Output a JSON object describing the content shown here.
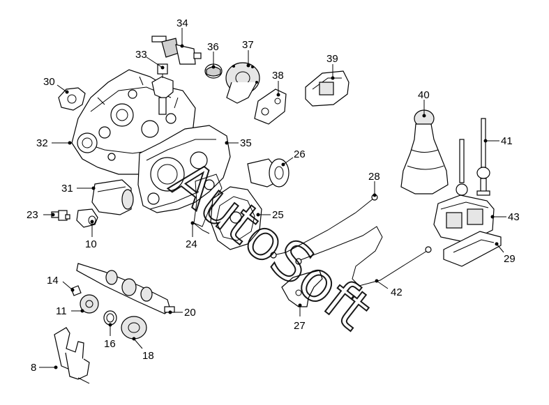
{
  "watermark": {
    "text": "AutoSoft"
  },
  "colors": {
    "line": "#000000",
    "background": "#ffffff",
    "shade": "#e6e6e6"
  },
  "callouts": [
    {
      "id": "c34",
      "label": "34"
    },
    {
      "id": "c33",
      "label": "33"
    },
    {
      "id": "c36",
      "label": "36"
    },
    {
      "id": "c37",
      "label": "37"
    },
    {
      "id": "c39",
      "label": "39"
    },
    {
      "id": "c30",
      "label": "30"
    },
    {
      "id": "c38",
      "label": "38"
    },
    {
      "id": "c40",
      "label": "40"
    },
    {
      "id": "c32",
      "label": "32"
    },
    {
      "id": "c35",
      "label": "35"
    },
    {
      "id": "c41",
      "label": "41"
    },
    {
      "id": "c26",
      "label": "26"
    },
    {
      "id": "c28",
      "label": "28"
    },
    {
      "id": "c31",
      "label": "31"
    },
    {
      "id": "c23",
      "label": "23"
    },
    {
      "id": "c25",
      "label": "25"
    },
    {
      "id": "c43",
      "label": "43"
    },
    {
      "id": "c10",
      "label": "10"
    },
    {
      "id": "c24",
      "label": "24"
    },
    {
      "id": "c29",
      "label": "29"
    },
    {
      "id": "c14",
      "label": "14"
    },
    {
      "id": "c42",
      "label": "42"
    },
    {
      "id": "c11",
      "label": "11"
    },
    {
      "id": "c20",
      "label": "20"
    },
    {
      "id": "c27",
      "label": "27"
    },
    {
      "id": "c16",
      "label": "16"
    },
    {
      "id": "c18",
      "label": "18"
    },
    {
      "id": "c8",
      "label": "8"
    }
  ]
}
